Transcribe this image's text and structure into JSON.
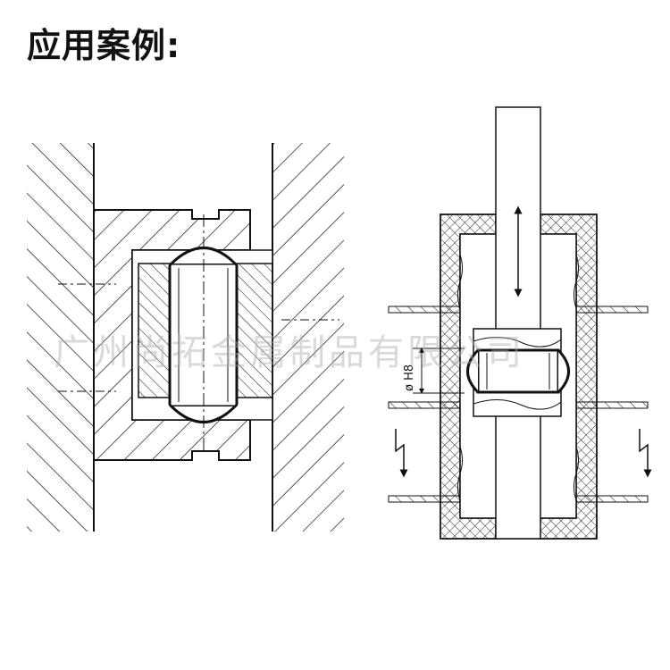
{
  "header": {
    "title": "应用案例:"
  },
  "watermark": {
    "text": "广州尚拓金属制品有限公司"
  },
  "right_diagram": {
    "fit_label": "ø H8"
  },
  "colors": {
    "line": "#111111",
    "background": "#ffffff",
    "watermark": "#aaaaaa"
  }
}
